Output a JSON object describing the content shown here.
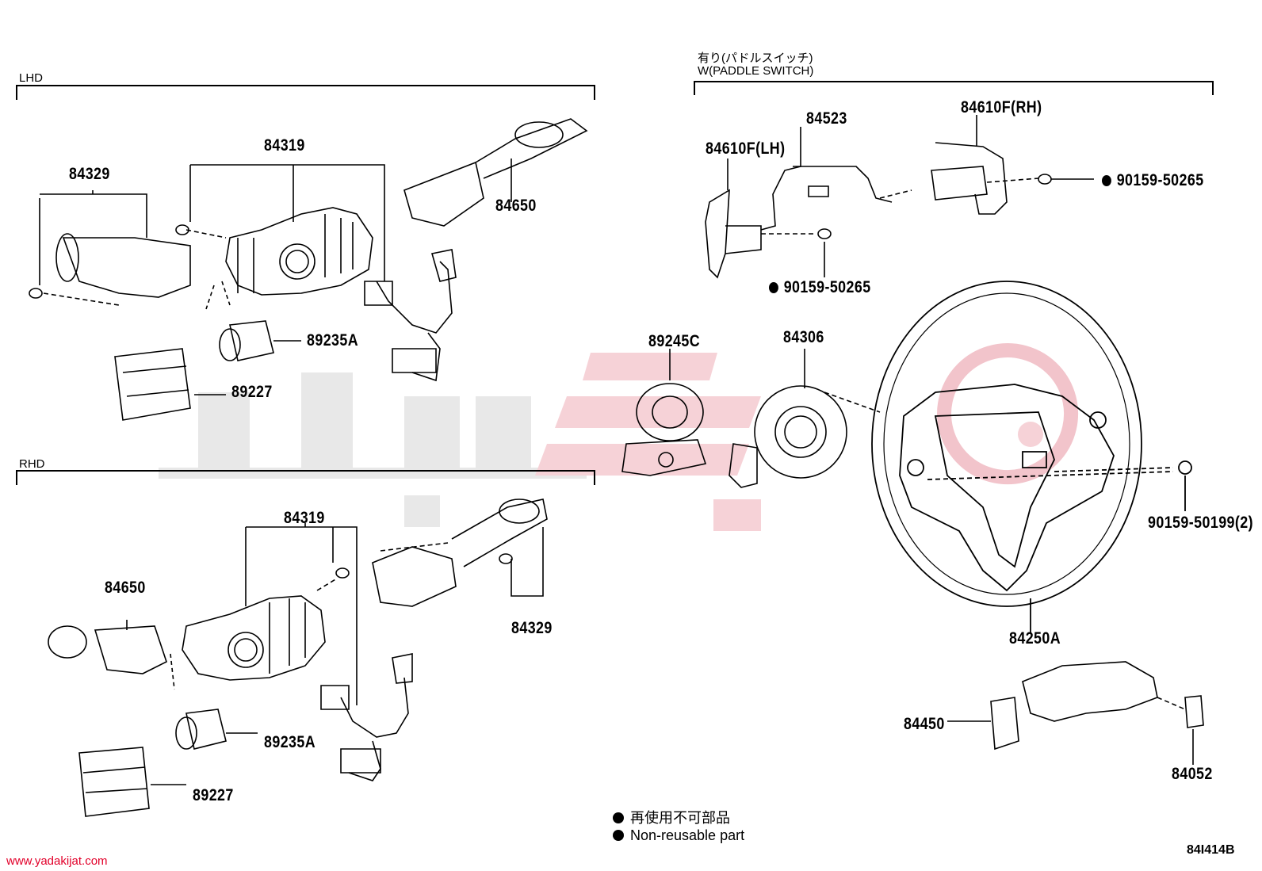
{
  "sections": {
    "lhd": "LHD",
    "rhd": "RHD",
    "paddle_jp": "有り(パドルスイッチ)",
    "paddle_en": "W(PADDLE SWITCH)"
  },
  "parts": {
    "p84319_lhd": "84319",
    "p84329_lhd": "84329",
    "p84650_lhd": "84650",
    "p89235A_lhd": "89235A",
    "p89227_lhd": "89227",
    "p84319_rhd": "84319",
    "p84650_rhd": "84650",
    "p84329_rhd": "84329",
    "p89235A_rhd": "89235A",
    "p89227_rhd": "89227",
    "p84610F_lh": "84610F(LH)",
    "p84523": "84523",
    "p84610F_rh": "84610F(RH)",
    "p90159_50265_rh": "90159-50265",
    "p90159_50265_lh": "90159-50265",
    "p89245C": "89245C",
    "p84306": "84306",
    "p90159_50199": "90159-50199(2)",
    "p84250A": "84250A",
    "p84450": "84450",
    "p84052": "84052"
  },
  "legend": {
    "jp": "再使用不可部品",
    "en": "Non-reusable part"
  },
  "diagram_code": "84I414B",
  "watermark_url": "www.yadakijat.com",
  "colors": {
    "watermark_gray": "#e6e6e6",
    "watermark_red": "#f4c9cf",
    "url_red": "#e2002a"
  }
}
